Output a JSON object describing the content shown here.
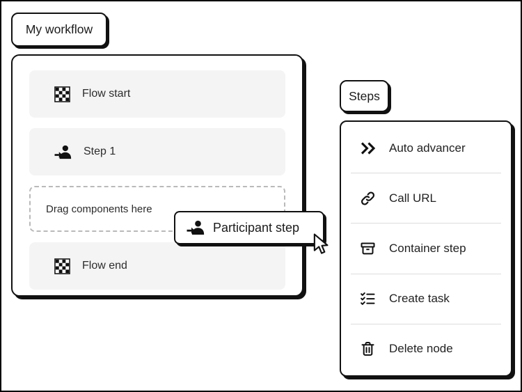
{
  "workflow": {
    "title": "My workflow",
    "nodes": {
      "flow_start": "Flow start",
      "step1": "Step 1",
      "dropzone": "Drag components here",
      "flow_end": "Flow end"
    }
  },
  "drag": {
    "label": "Participant step"
  },
  "steps": {
    "title": "Steps",
    "items": [
      {
        "label": "Auto advancer",
        "icon": "double-chevron-right-icon"
      },
      {
        "label": "Call URL",
        "icon": "link-icon"
      },
      {
        "label": "Container step",
        "icon": "container-icon"
      },
      {
        "label": "Create task",
        "icon": "task-checklist-icon"
      },
      {
        "label": "Delete node",
        "icon": "trash-icon"
      }
    ]
  },
  "colors": {
    "background": "#ffffff",
    "border": "#111111",
    "node_background": "#f4f4f4",
    "text": "#2c2c2c",
    "divider": "#dcdcdc"
  }
}
